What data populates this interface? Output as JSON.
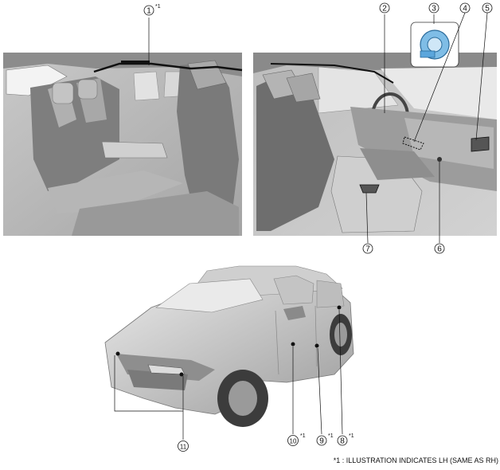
{
  "callouts": [
    {
      "id": "1",
      "glyph": "①",
      "note": "*1"
    },
    {
      "id": "2",
      "glyph": "②",
      "note": ""
    },
    {
      "id": "3",
      "glyph": "③",
      "note": ""
    },
    {
      "id": "4",
      "glyph": "④",
      "note": ""
    },
    {
      "id": "5",
      "glyph": "⑤",
      "note": ""
    },
    {
      "id": "6",
      "glyph": "⑥",
      "note": ""
    },
    {
      "id": "7",
      "glyph": "⑦",
      "note": ""
    },
    {
      "id": "8",
      "glyph": "⑧",
      "note": "*1"
    },
    {
      "id": "9",
      "glyph": "⑨",
      "note": "*1"
    },
    {
      "id": "10",
      "glyph": "⑩",
      "note": "*1"
    },
    {
      "id": "11",
      "glyph": "⑪",
      "note": ""
    }
  ],
  "footnote": "*1 : ILLUSTRATION INDICATES LH (SAME AS RH)",
  "colors": {
    "panel_bg": "#d9d9d9",
    "interior_dark": "#9a9a9a",
    "interior_light": "#e6e6e6",
    "highlight_blue": "#5ba6dc",
    "line": "#111111"
  }
}
